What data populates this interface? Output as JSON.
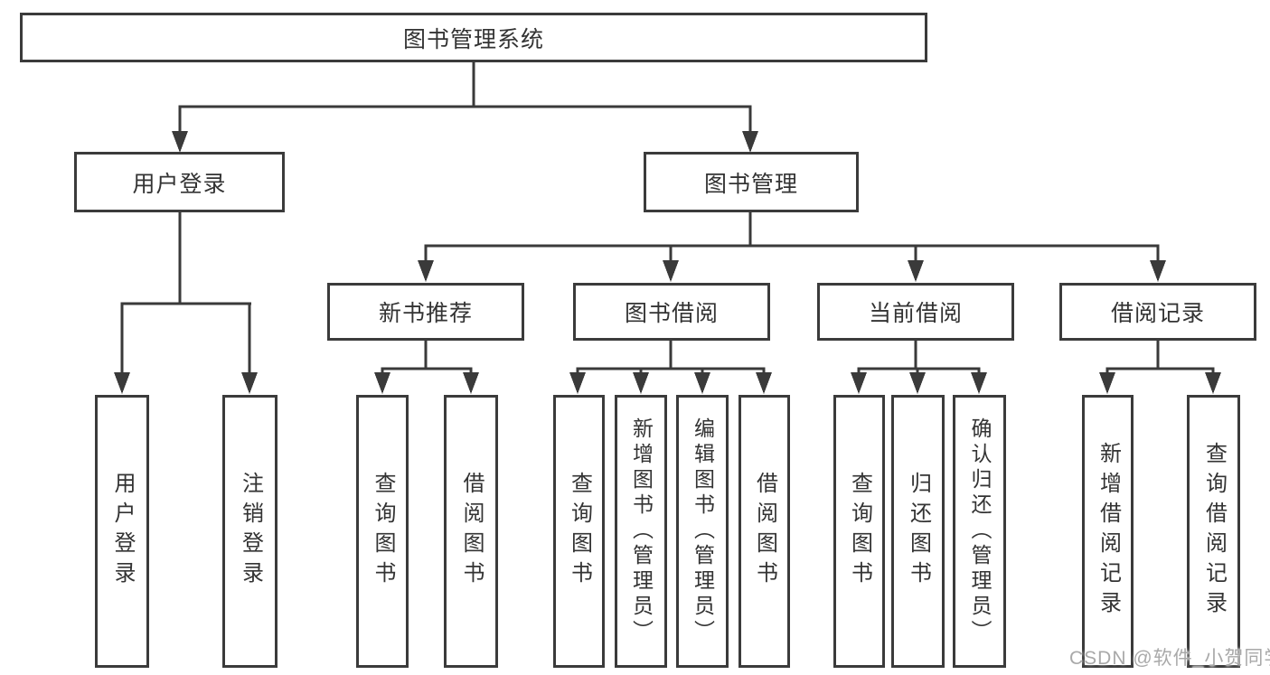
{
  "diagram": {
    "type": "tree",
    "line_color": "#3a3a3a",
    "text_color": "#333333",
    "box_background": "#ffffff",
    "root": {
      "label": "图书管理系统"
    },
    "branches": [
      {
        "label": "用户登录",
        "children": [
          {
            "label": "用户登录"
          },
          {
            "label": "注销登录"
          }
        ]
      },
      {
        "label": "图书管理",
        "children": [
          {
            "label": "新书推荐",
            "children": [
              {
                "label": "查询图书"
              },
              {
                "label": "借阅图书"
              }
            ]
          },
          {
            "label": "图书借阅",
            "children": [
              {
                "label": "查询图书"
              },
              {
                "label": "新增图书（管理员）"
              },
              {
                "label": "编辑图书（管理员）"
              },
              {
                "label": "借阅图书"
              }
            ]
          },
          {
            "label": "当前借阅",
            "children": [
              {
                "label": "查询图书"
              },
              {
                "label": "归还图书"
              },
              {
                "label": "确认归还（管理员）"
              }
            ]
          },
          {
            "label": "借阅记录",
            "children": [
              {
                "label": "新增借阅记录"
              },
              {
                "label": "查询借阅记录"
              }
            ]
          }
        ]
      }
    ]
  },
  "watermark": {
    "text": "CSDN @软件_小贺同学"
  }
}
